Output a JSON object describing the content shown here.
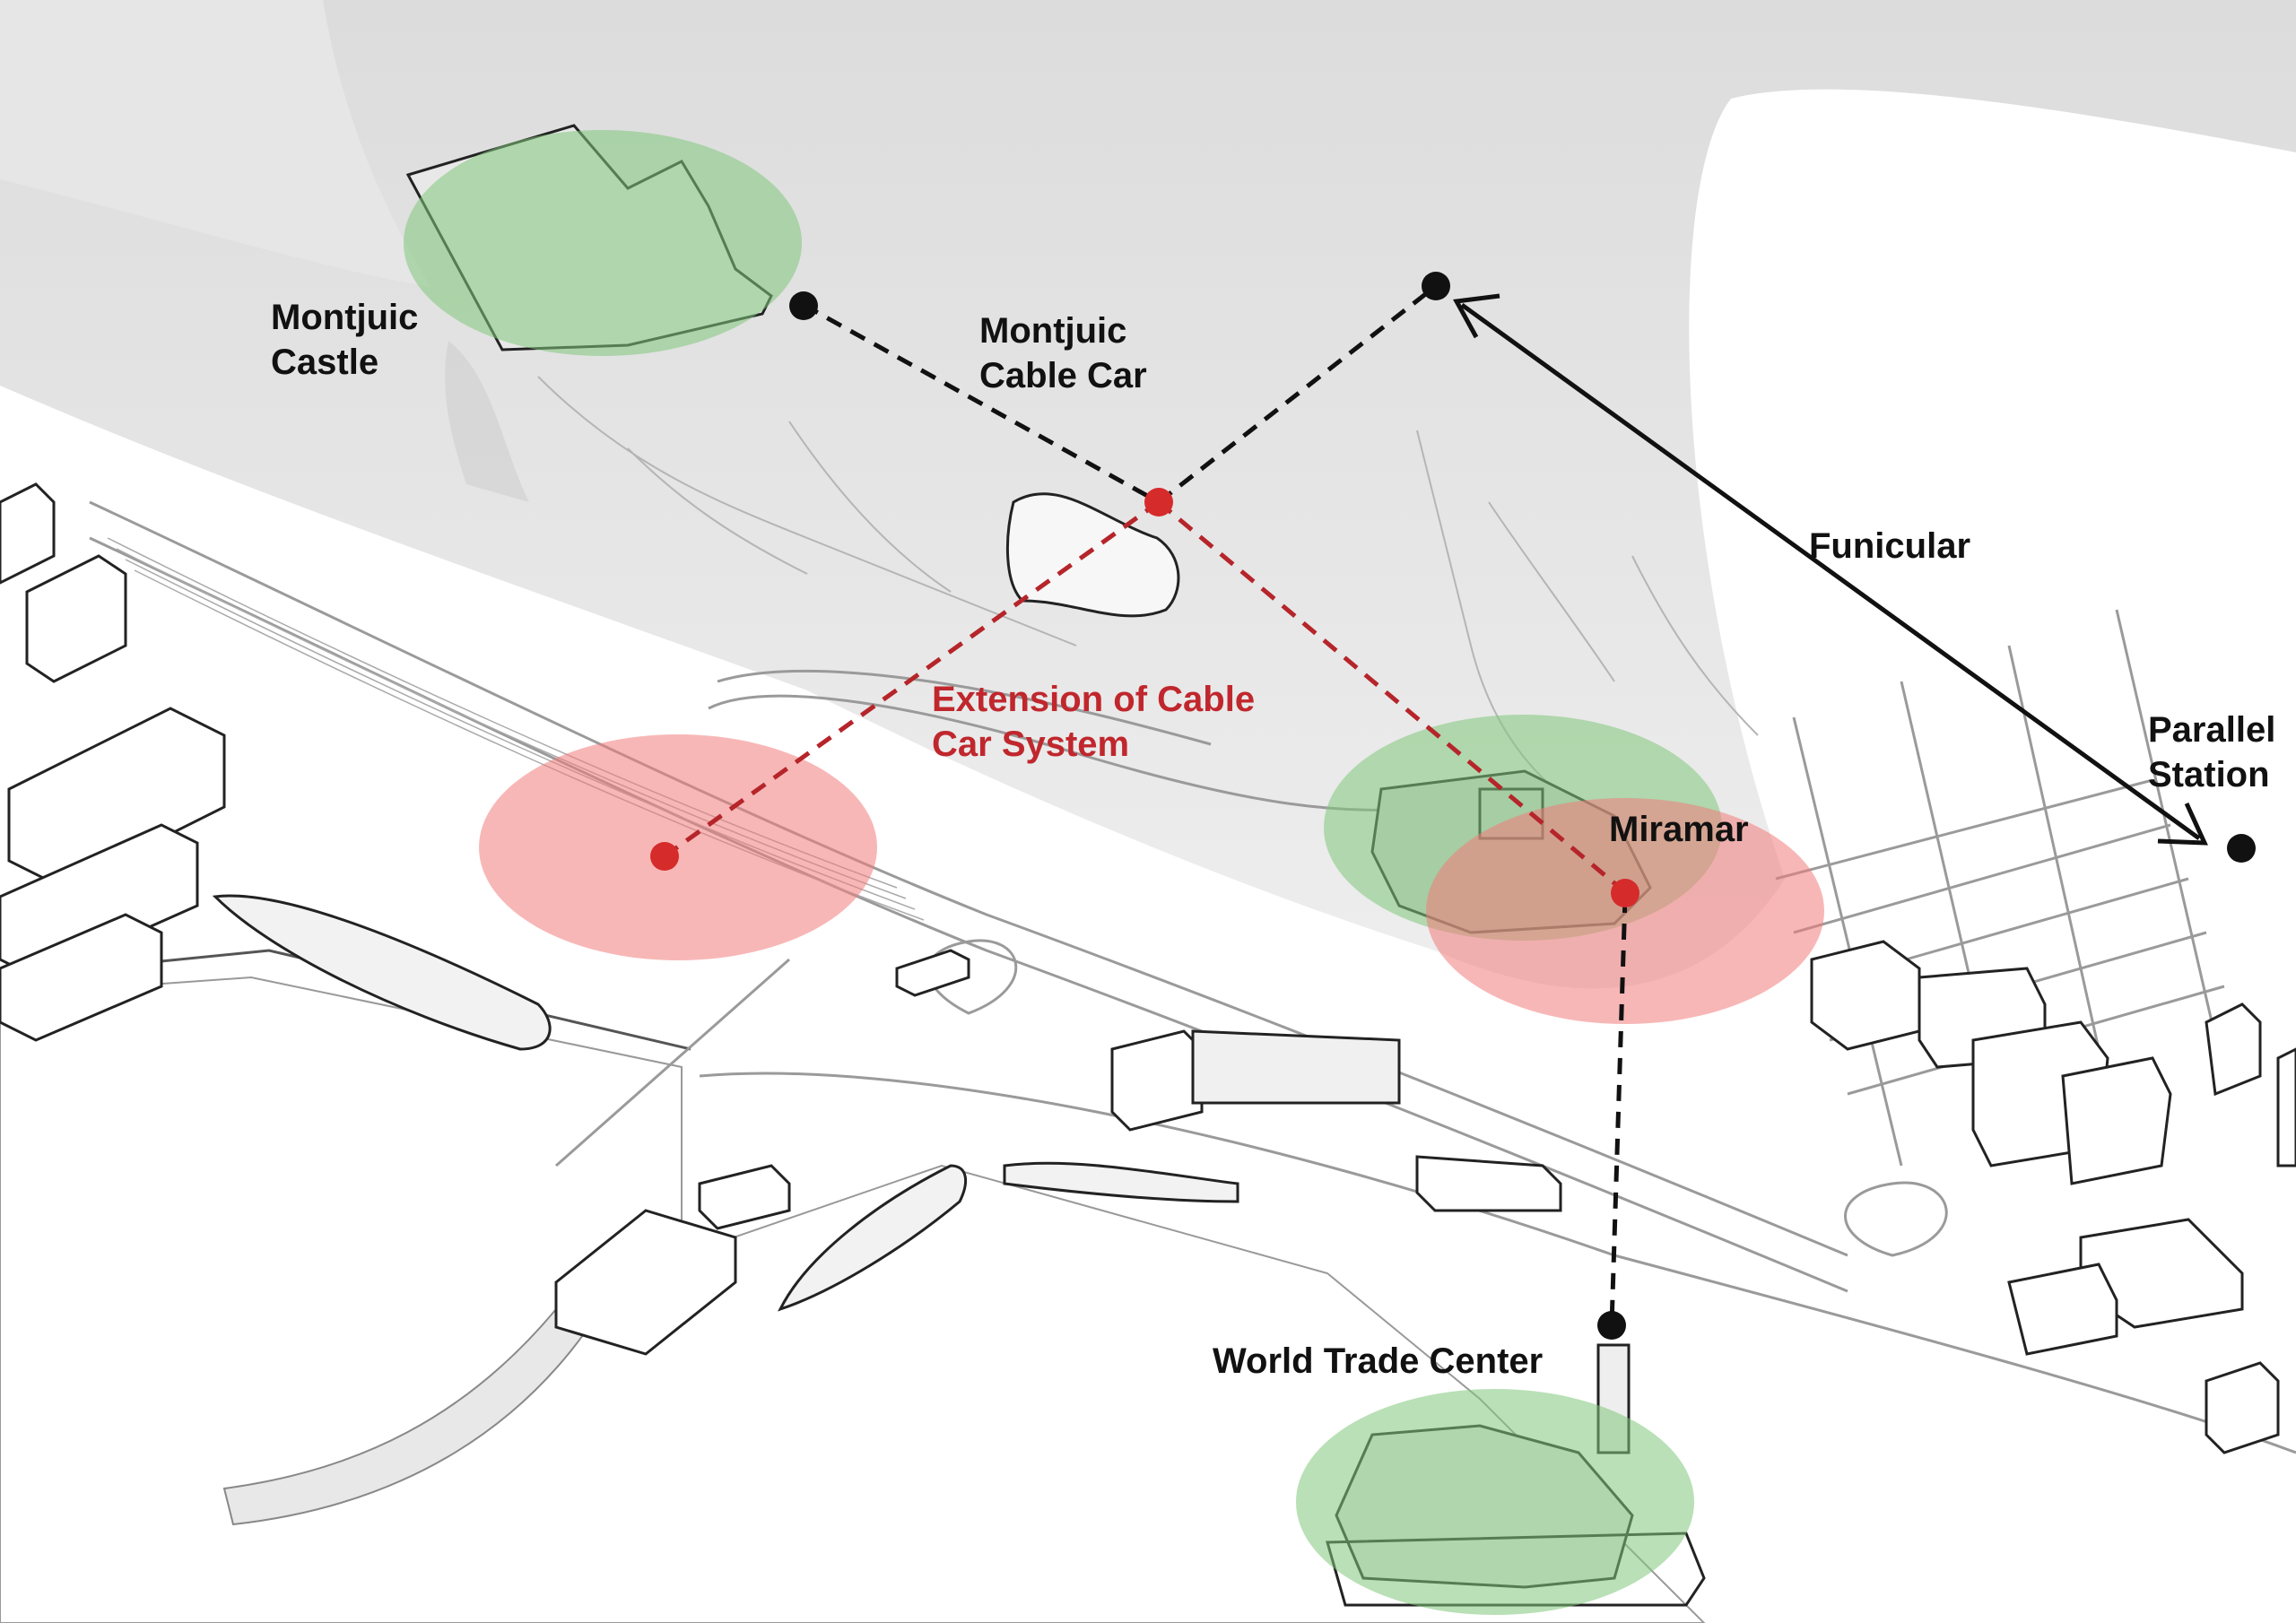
{
  "colors": {
    "station_dot": "#111111",
    "extension_dot": "#d62b2b",
    "existing_zone": "#7fc77a",
    "proposed_zone": "#f27c7c",
    "extension_line": "#b5252a",
    "existing_line": "#111111",
    "label_red": "#c0272d"
  },
  "labels": {
    "montjuic_castle": [
      "Montjuic",
      "Castle"
    ],
    "cable_car": [
      "Montjuic",
      "Cable Car"
    ],
    "funicular": "Funicular",
    "parallel_station": [
      "Parallel",
      "Station"
    ],
    "extension": [
      "Extension of Cable",
      "Car System"
    ],
    "miramar": "Miramar",
    "world_trade_center": "World Trade Center"
  },
  "icons": {
    "station_marker": "filled-circle",
    "funicular_arrows": "double-headed-arrow"
  }
}
